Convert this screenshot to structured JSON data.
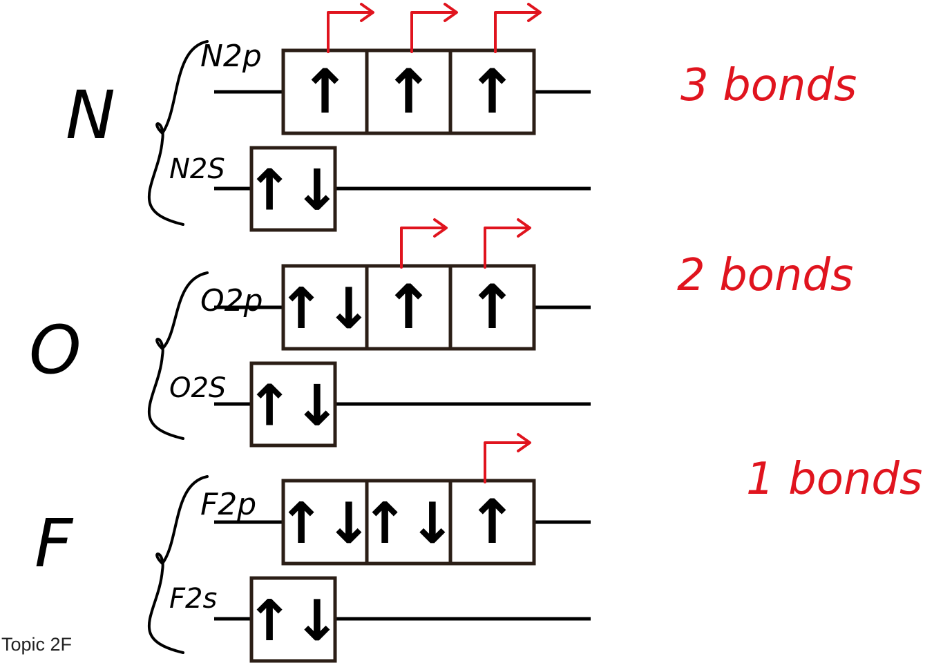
{
  "elements": [
    {
      "symbol": "N",
      "upper_label": "N2p",
      "lower_label": "N2S",
      "p_arrows": [
        "↑",
        "↑",
        "↑"
      ],
      "s_arrow": "↑↓",
      "bond_label": "3 bonds",
      "promoted_electrons": 3
    },
    {
      "symbol": "O",
      "upper_label": "O2p",
      "lower_label": "O2S",
      "p_arrows": [
        "↑↓",
        "↑",
        "↑"
      ],
      "s_arrow": "↑↓",
      "bond_label": "2 bonds",
      "promoted_electrons": 2
    },
    {
      "symbol": "F",
      "upper_label": "F2p",
      "lower_label": "F2s",
      "p_arrows": [
        "↑↓",
        "↑↓",
        "↑"
      ],
      "s_arrow": "↑↓",
      "bond_label": "1 bonds",
      "promoted_electrons": 1
    }
  ],
  "colors": {
    "ink": "#000000",
    "box": "#2b1e16",
    "annotation": "#e0141e"
  },
  "footer": "Topic 2F"
}
